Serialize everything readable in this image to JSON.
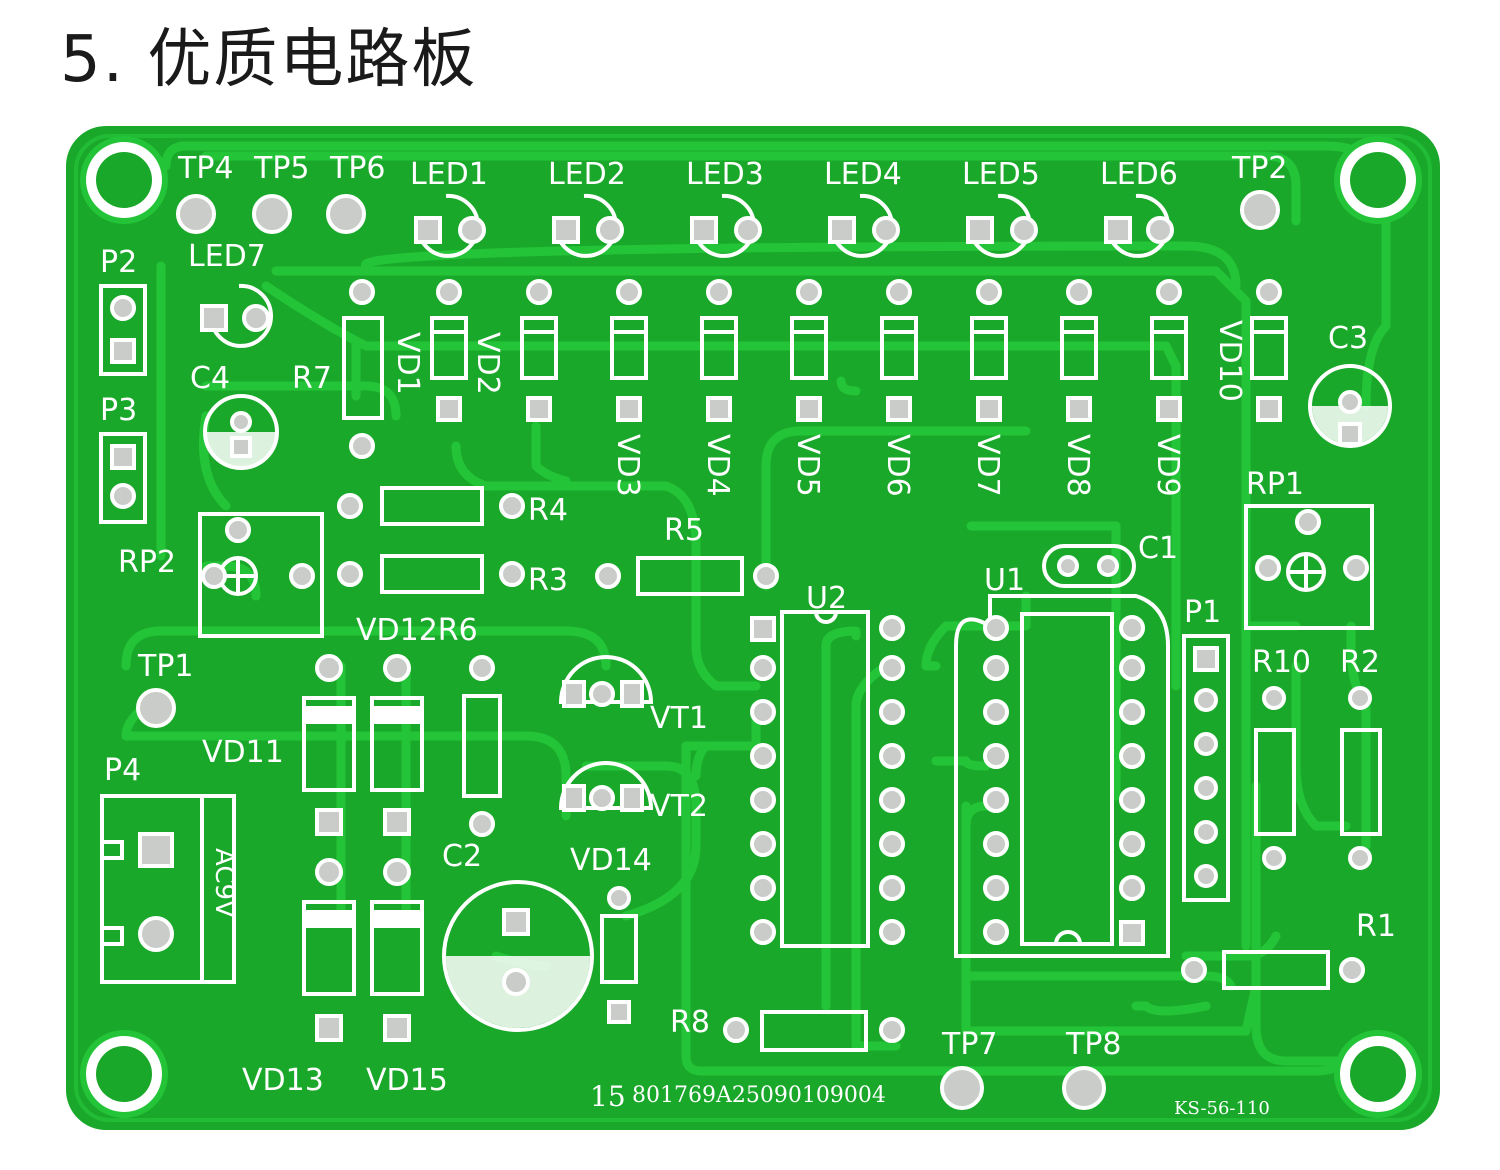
{
  "heading": {
    "number": "5",
    "dot": ".",
    "title": "优质电路板"
  },
  "colors": {
    "board": "#1aa82a",
    "trace": "#24c438",
    "silkscreen": "#ffffff",
    "pad": "#c9ccc9",
    "background": "#ffffff"
  },
  "board": {
    "top_labels": {
      "tp4": "TP4",
      "tp5": "TP5",
      "tp6": "TP6",
      "led1": "LED1",
      "led2": "LED2",
      "led3": "LED3",
      "led4": "LED4",
      "led5": "LED5",
      "led6": "LED6",
      "tp2": "TP2"
    },
    "left_labels": {
      "p2": "P2",
      "led7": "LED7",
      "p3": "P3",
      "c4": "C4",
      "r7": "R7",
      "rp2": "RP2",
      "tp1": "TP1",
      "p4": "P4",
      "vd11": "VD11",
      "vd13": "VD13",
      "vd15": "VD15",
      "ac9v": "AC9V"
    },
    "diode_labels": {
      "vd1": "VD1",
      "vd2": "VD2",
      "vd3": "VD3",
      "vd4": "VD4",
      "vd5": "VD5",
      "vd6": "VD6",
      "vd7": "VD7",
      "vd8": "VD8",
      "vd9": "VD9",
      "vd10": "VD10"
    },
    "center_labels": {
      "r4": "R4",
      "r3": "R3",
      "r5": "R5",
      "vd12r6": "VD12R6",
      "vt1": "VT1",
      "vt2": "VT2",
      "c2": "C2",
      "vd14": "VD14",
      "u2": "U2",
      "u1": "U1",
      "c1": "C1",
      "r8": "R8",
      "tp7": "TP7",
      "tp8": "TP8"
    },
    "right_labels": {
      "c3": "C3",
      "rp1": "RP1",
      "p1": "P1",
      "r10": "R10",
      "r2": "R2",
      "r1": "R1"
    },
    "serials": {
      "lot": "15",
      "code": "801769A25090109004",
      "model": "KS-56-110"
    }
  }
}
